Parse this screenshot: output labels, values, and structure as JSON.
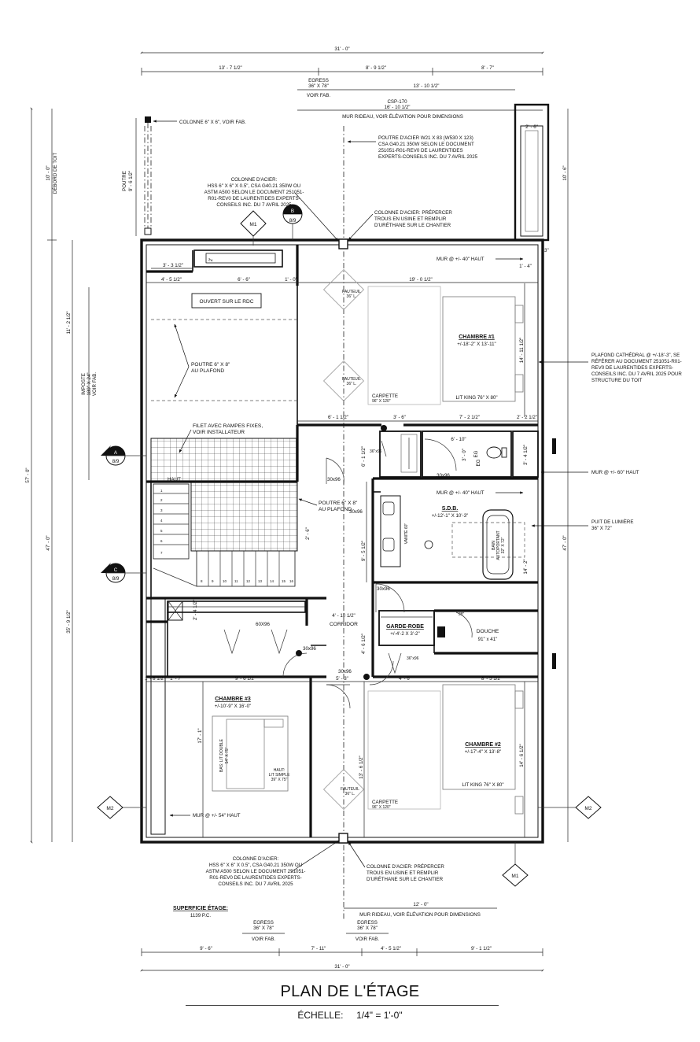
{
  "plan": {
    "title": "PLAN DE L'ÉTAGE",
    "scale_label": "ÉCHELLE:",
    "scale_value": "1/4\" = 1'-0\"",
    "area": {
      "label": "SUPERFICIE ÉTAGE:",
      "value": "1139 P.C."
    }
  },
  "dims": {
    "top_total": "31' - 0\"",
    "top_a": "13' - 7 1/2\"",
    "top_b": "8' - 9 1/2\"",
    "top_c": "8' - 7\"",
    "top_d": "13' - 10 1/2\"",
    "csp": "CSP-170",
    "csp_dim": "16' - 10 1/2\"",
    "bot_total": "31' - 0\"",
    "bot_a": "9' - 6\"",
    "bot_b": "7' - 11\"",
    "bot_c": "4' - 5 1/2\"",
    "bot_d": "9' - 1 1/2\"",
    "bot_12": "12' - 0\"",
    "left_57": "57' - 0\"",
    "left_47": "47' - 0\"",
    "left_35": "35' - 9 1/2\"",
    "left_11": "11' - 2 1/2\"",
    "left_10": "10' - 0\"",
    "debord": "DÉBORD DE TOIT",
    "poutre_v": "POUTRE",
    "poutre_v2": "9' - 6 1/2\"",
    "imposte": "IMPOSTE",
    "imposte2": "180\" X 24\"",
    "imposte3": "VOIR FAB.",
    "right_10": "10' - 6\"",
    "right_47": "47' - 0\"",
    "d_3_3": "3' - 3 1/2\"",
    "d_2": "2'",
    "d_4_5": "4' - 5 1/2\"",
    "d_6_6": "6' - 6\"",
    "d_1_0": "1' - 0\"",
    "d_19_0": "19' - 0 1/2\"",
    "d_1_4": "1' - 4\"",
    "d_3in": "3\"",
    "d_2_6": "2' - 6\"",
    "d_14_11": "14' - 11 1/2\"",
    "d_6_1": "6' - 1 1/2\"",
    "d_3_6": "3' - 6\"",
    "d_7_2": "7' - 2 1/2\"",
    "d_2_2": "2' - 2 1/2\"",
    "d_6_10": "6' - 10\"",
    "d_3_0": "3' - 0\"",
    "d_3_4": "3' - 4 1/2\"",
    "d_6_1b": "6' - 1 1/2\"",
    "d_2_6b": "2' - 6\"",
    "d_9_5": "9' - 5 1/2\"",
    "d_14_2": "14' - 2\"",
    "d_4_10": "4' - 10 1/2\"",
    "d_4_6": "4' - 6 1/2\"",
    "d_2_4": "2' - 4 1/2\"",
    "d_1_8": "1' - 8 1/2\"",
    "d_1_7": "1' - 7\"",
    "d_9_6": "9' - 6 1/2\"",
    "d_5_3": "5' - 3\"",
    "d_4_6b": "4' - 6\"",
    "d_8_5": "8' - 5 1/2\"",
    "d_17_1": "17' - 1\"",
    "d_13_6": "13' - 6 1/2\"",
    "d_14_6": "14' - 6 1/2\""
  },
  "rooms": {
    "ouvert": "OUVERT SUR LE RDC",
    "chambre1": {
      "name": "CHAMBRE #1",
      "size": "+/-18'-2\" X 13'-11\"",
      "bed": "LIT KING 76\" X 80\"",
      "carpet": "CARPETTE",
      "carpet2": "96\" X 120\""
    },
    "chambre2": {
      "name": "CHAMBRE #2",
      "size": "+/-17'-4\" X 13'-8\"",
      "bed": "LIT KING 76\" X 80\"",
      "carpet": "CARPETTE",
      "carpet2": "96\" X 120\""
    },
    "chambre3": {
      "name": "CHAMBRE #3",
      "size": "+/-10'-9\" X 16'-0\"",
      "bunk": "BAS: LIT DOUBLE",
      "bunk2": "54\" X 75\"",
      "top": "HAUT:",
      "top2": "LIT SIMPLE",
      "top3": "39\" X 75\""
    },
    "sdb": {
      "name": "S.D.B.",
      "size": "+/-12'-1\" X 10'-3\"",
      "bath": "BAIN",
      "bath2": "AUTOPORTANT",
      "bath3": "32\" X 72\"",
      "vanity": "VANITÉ 60\""
    },
    "garde_robe": {
      "name": "GARDE-ROBE",
      "size": "+/-4'-2 X 3'-2\""
    },
    "douche": {
      "name": "DOUCHE",
      "size": "91\" x 41\""
    },
    "corridor": "CORRIDOR",
    "fauteuil": "FAUTEUIL",
    "fauteuil2": "36\" L.",
    "haut": "HAUT",
    "eg": "EG",
    "in28": "28\""
  },
  "doors": {
    "d30x96": "30x96",
    "d60x96": "60X96",
    "d36x96": "36\"x96",
    "d36x96b": "36\"x96"
  },
  "notes": {
    "colonne_top": "COLONNE 6\" X 6\", VOIR FAB.",
    "colonne_acier_1": "COLONNE D'ACIER:",
    "colonne_acier_2": "HSS 6\" X 6\" X 0.5\", CSA G40.21 350W OU",
    "colonne_acier_3": "ASTM A500 SELON LE DOCUMENT 251051-",
    "colonne_acier_4": "R01-REV0 DE LAURENTIDES EXPERTS-",
    "colonne_acier_5": "CONSEILS INC. DU 7 AVRIL 2025",
    "percer_1": "COLONNE D'ACIER: PRÉPERCER",
    "percer_2": "TROUS EN USINE ET REMPLIR",
    "percer_3": "D'URÉTHANE SUR LE CHANTIER",
    "poutre_acier_1": "POUTRE D'ACIER W21 X 83 (W530 X 123)",
    "poutre_acier_2": "CSA G40.21 350W SELON LE DOCUMENT",
    "poutre_acier_3": "251051-R01-REV0 DE LAURENTIDES",
    "poutre_acier_4": "EXPERTS-CONSEILS INC. DU 7 AVRIL 2025",
    "mur_rideau": "MUR RIDEAU, VOIR ÉLÉVATION POUR DIMENSIONS",
    "egress": "EGRESS",
    "egress2": "36\" X 78\"",
    "voir_fab": "VOIR FAB.",
    "mur40": "MUR @ +/- 40\" HAUT",
    "mur60": "MUR @ +/- 60\" HAUT",
    "mur54": "MUR @ +/- 54\" HAUT",
    "plafond_1": "PLAFOND CATHÉDRAL @ +/-18'-3\", SE",
    "plafond_2": "RÉFÉRER AU DOCUMENT 251051-R01-",
    "plafond_3": "REV0 DE LAURENTIDES EXPERTS-",
    "plafond_4": "CONSEILS INC. DU 7 AVRIL 2025 POUR",
    "plafond_5": "STRUCTURE DU TOIT",
    "poutre_plafond_1": "POUTRE 6\" X 8\"",
    "poutre_plafond_2": "AU PLAFOND",
    "filet_1": "FILET AVEC RAMPES FIXES,",
    "filet_2": "VOIR INSTALLATEUR",
    "puit_1": "PUIT DE LUMIÈRE",
    "puit_2": "36\" X 72\""
  },
  "markers": {
    "m1": "M1",
    "m2": "M2",
    "a": "A",
    "b": "B",
    "c": "C",
    "sheet": "8/9",
    "stairs": [
      "1",
      "2",
      "3",
      "4",
      "5",
      "6",
      "7",
      "8",
      "9",
      "10",
      "11",
      "12",
      "13",
      "14",
      "15",
      "16"
    ]
  }
}
